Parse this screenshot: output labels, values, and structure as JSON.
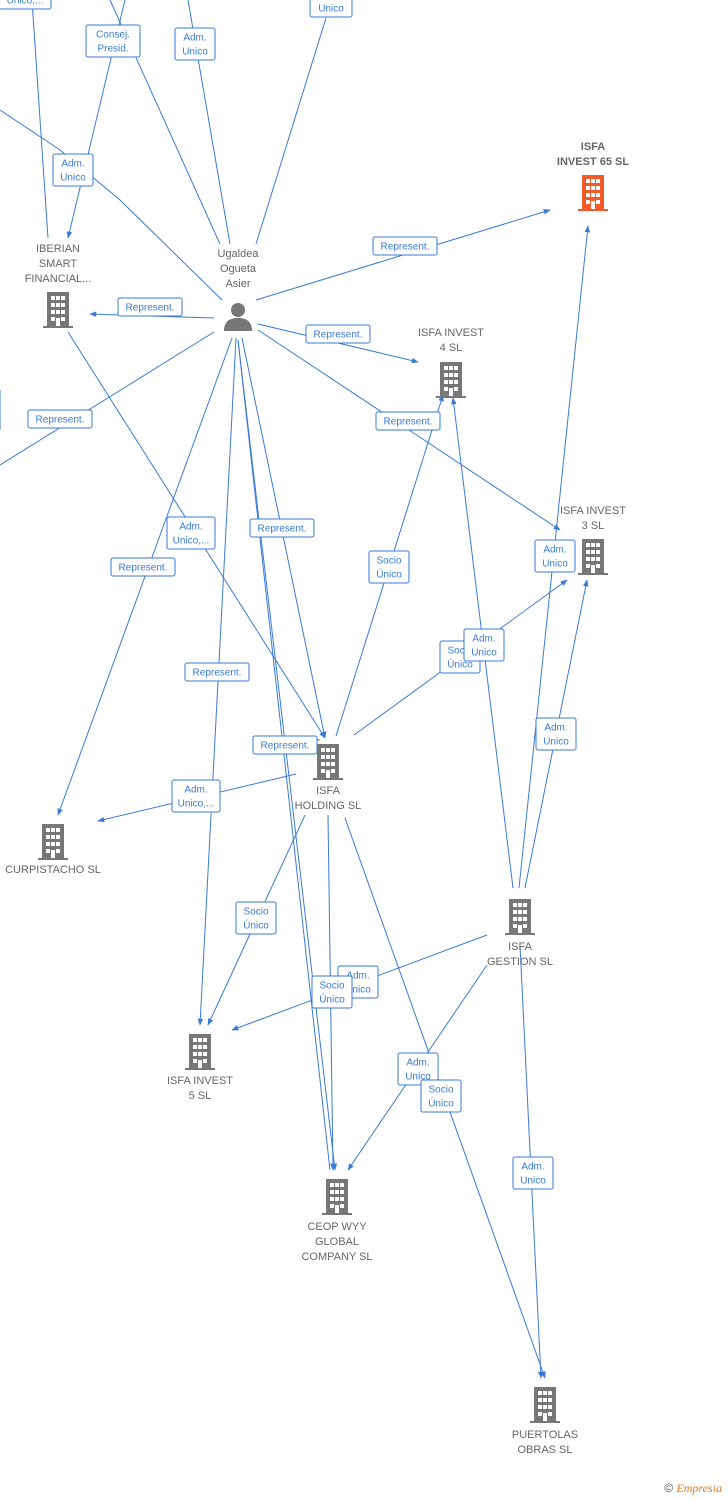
{
  "colors": {
    "edge": "#3a7bd5",
    "company": "#777777",
    "highlight": "#f15a2b",
    "person": "#777777"
  },
  "nodes": [
    {
      "id": "isfa65",
      "type": "company",
      "highlight": true,
      "lines": [
        "ISFA",
        "INVEST 65  SL"
      ]
    },
    {
      "id": "iberian",
      "type": "company",
      "lines": [
        "IBERIAN",
        "SMART",
        "FINANCIAL..."
      ]
    },
    {
      "id": "person",
      "type": "person",
      "lines": [
        "Ugaldea",
        "Ogueta",
        "Asier"
      ]
    },
    {
      "id": "isfa4",
      "type": "company",
      "lines": [
        "ISFA INVEST",
        "4  SL"
      ]
    },
    {
      "id": "isfa3",
      "type": "company",
      "lines": [
        "ISFA INVEST",
        "3  SL"
      ]
    },
    {
      "id": "holding",
      "type": "company",
      "lines": [
        "ISFA",
        "HOLDING  SL"
      ]
    },
    {
      "id": "curpistacho",
      "type": "company",
      "lines": [
        "CURPISTACHO SL"
      ]
    },
    {
      "id": "gestion",
      "type": "company",
      "lines": [
        "ISFA",
        "GESTION  SL"
      ]
    },
    {
      "id": "isfa5",
      "type": "company",
      "lines": [
        "ISFA INVEST",
        "5  SL"
      ]
    },
    {
      "id": "ceop",
      "type": "company",
      "lines": [
        "CEOP WYY",
        "GLOBAL",
        "COMPANY SL"
      ]
    },
    {
      "id": "puertolas",
      "type": "company",
      "lines": [
        "PUERTOLAS",
        "OBRAS  SL"
      ]
    }
  ],
  "edges": [
    {
      "lines": [
        "Unico,..."
      ]
    },
    {
      "lines": [
        ""
      ]
    },
    {
      "lines": [
        "Unico"
      ]
    },
    {
      "lines": [
        "Consej.",
        "Presid."
      ]
    },
    {
      "lines": [
        "Adm.",
        "Unico"
      ]
    },
    {
      "lines": [
        "Adm.",
        "Unico"
      ]
    },
    {
      "lines": [
        ""
      ]
    },
    {
      "lines": [
        "Represent."
      ]
    },
    {
      "lines": [
        "Represent."
      ]
    },
    {
      "lines": [
        "Represent."
      ]
    },
    {
      "lines": [
        ""
      ]
    },
    {
      "lines": [
        "Represent."
      ]
    },
    {
      "lines": [
        "Represent."
      ]
    },
    {
      "lines": [
        "Adm.",
        "Unico,..."
      ]
    },
    {
      "lines": [
        "Represent."
      ]
    },
    {
      "lines": [
        "Represent."
      ]
    },
    {
      "lines": [
        "Represent."
      ]
    },
    {
      "lines": [
        "Represent."
      ]
    },
    {
      "lines": [
        ""
      ]
    },
    {
      "lines": [
        "Adm.",
        "Unico,..."
      ]
    },
    {
      "lines": [
        "Socio",
        "Único"
      ]
    },
    {
      "lines": [
        "Socio",
        "Único"
      ]
    },
    {
      "lines": [
        "Socio",
        "Único"
      ]
    },
    {
      "lines": [
        "Adm.",
        "Unico"
      ]
    },
    {
      "lines": [
        "Adm.",
        "Unico"
      ]
    },
    {
      "lines": [
        "Adm.",
        "Unico"
      ]
    },
    {
      "lines": [
        "Adm.",
        "Unico"
      ]
    },
    {
      "lines": [
        "Adm.",
        "Unico"
      ]
    },
    {
      "lines": [
        "Adm.",
        "Unico"
      ]
    },
    {
      "lines": [
        "Socio",
        "Único"
      ]
    },
    {
      "lines": [
        "Socio",
        "Único"
      ]
    },
    {
      "lines": [
        "Socio",
        "Único"
      ]
    },
    {
      "lines": [
        ""
      ]
    }
  ],
  "footer": {
    "symbol": "©",
    "brand": "Empresia"
  }
}
